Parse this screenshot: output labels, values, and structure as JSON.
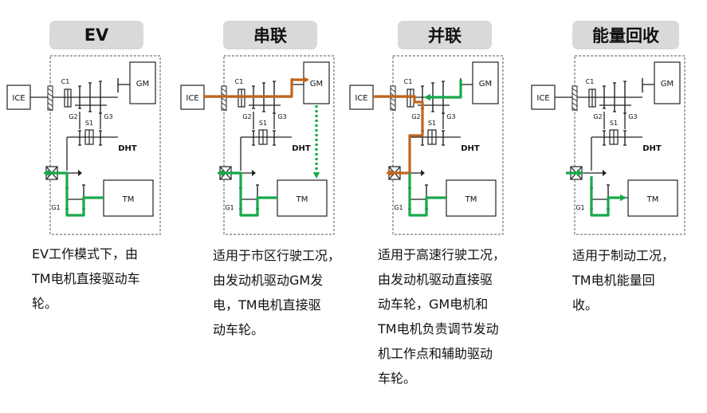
{
  "modes": [
    {
      "key": "ev",
      "title": "EV",
      "lines": [
        "EV工作模式下，由",
        "TM电机直接驱动车",
        "轮。"
      ]
    },
    {
      "key": "series",
      "title": "串联",
      "lines": [
        "适用于市区行驶工况，",
        "由发动机驱动GM发",
        "电，TM电机直接驱",
        "动车轮。"
      ]
    },
    {
      "key": "parallel",
      "title": "并联",
      "lines": [
        "适用于高速行驶工况，",
        "由发动机驱动直接驱",
        "动车轮，GM电机和",
        "TM电机负责调节发动",
        "机工作点和辅助驱动",
        "车轮。"
      ]
    },
    {
      "key": "regen",
      "title": "能量回收",
      "lines": [
        "适用于制动工况，",
        "TM电机能量回",
        "收。"
      ]
    }
  ],
  "diagram_labels": {
    "ice": "ICE",
    "gm": "GM",
    "tm": "TM",
    "dht": "DHT",
    "c1": "C1",
    "g2": "G2",
    "g3": "G3",
    "s1": "S1",
    "g1": "G1"
  },
  "colors": {
    "engine_flow": "#c0651d",
    "electric_flow": "#18a84a",
    "pill_bg": "#d9d9d9"
  }
}
